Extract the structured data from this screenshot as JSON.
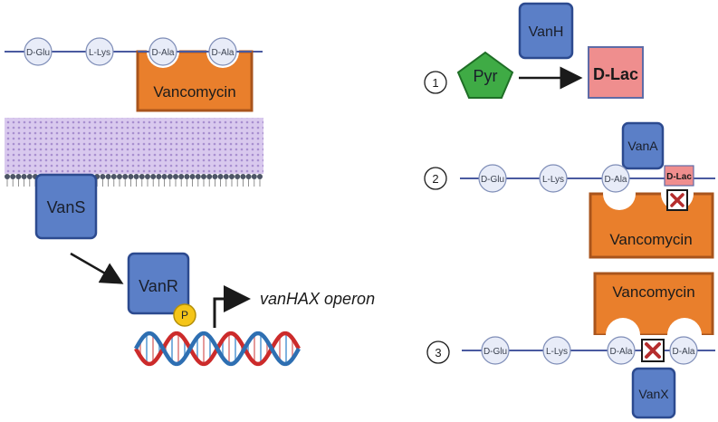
{
  "colors": {
    "protein_fill": "#5b7fc7",
    "protein_stroke": "#2c4a8f",
    "vancomycin_fill": "#e97f2c",
    "vancomycin_stroke": "#a9541c",
    "residue_fill": "#e8ecf8",
    "residue_stroke": "#7e8db7",
    "chain_line": "#4a5aa0",
    "membrane": "#c9b6e3",
    "pyr_fill": "#3fab45",
    "dlac_fill": "#ef8e8e",
    "phosphate_fill": "#f5c518",
    "dna_red": "#cc2b2b",
    "dna_blue": "#2e6fb2",
    "x_mark": "#b52d2d"
  },
  "left_panel": {
    "chain_residues": [
      "D-Glu",
      "L-Lys",
      "D-Ala",
      "D-Ala"
    ],
    "vancomycin_label": "Vancomycin",
    "vans_label": "VanS",
    "vanr_label": "VanR",
    "phosphate_label": "P",
    "operon_label": "vanHAX operon"
  },
  "step1": {
    "number": "1",
    "vanh_label": "VanH",
    "pyr_label": "Pyr",
    "dlac_label": "D-Lac"
  },
  "step2": {
    "number": "2",
    "vana_label": "VanA",
    "chain_residues": [
      "D-Glu",
      "L-Lys",
      "D-Ala"
    ],
    "dlac_label": "D-Lac",
    "vancomycin_label": "Vancomycin"
  },
  "step3": {
    "number": "3",
    "vancomycin_label": "Vancomycin",
    "chain_residues": [
      "D-Glu",
      "L-Lys",
      "D-Ala",
      "D-Ala"
    ],
    "vanx_label": "VanX"
  }
}
